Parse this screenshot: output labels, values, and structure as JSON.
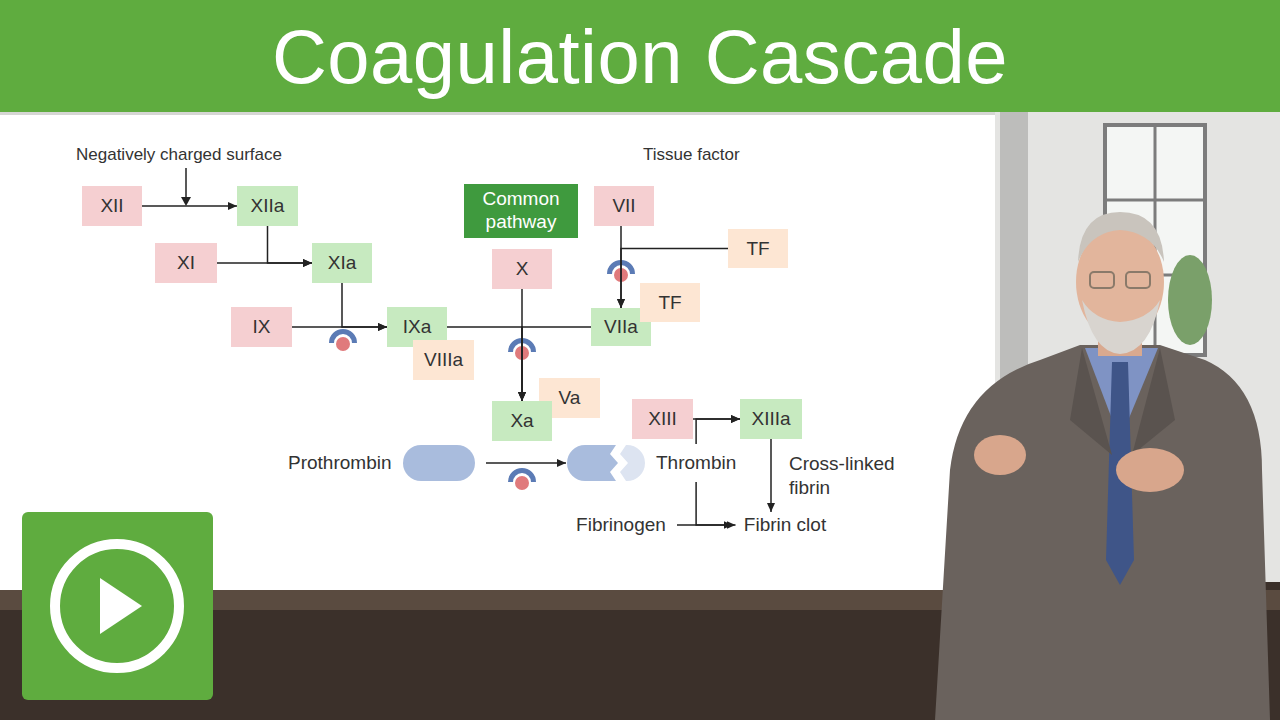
{
  "diagram": {
    "title": "Coagulation Cascade",
    "nodes": [
      {
        "text": [
          "XII"
        ]
      },
      {
        "text": [
          "XIIa"
        ]
      },
      {
        "text": [
          "Common pathway"
        ]
      },
      {
        "text": [
          "VII"
        ]
      },
      {
        "text": [
          "XI"
        ]
      },
      {
        "text": [
          "XIa"
        ]
      },
      {
        "text": [
          "TF"
        ]
      },
      {
        "text": [
          "X"
        ]
      },
      {
        "text": [
          "IX"
        ]
      },
      {
        "text": [
          "IXa"
        ]
      },
      {
        "text": [
          "VIIa"
        ]
      },
      {
        "text": [
          "TF"
        ]
      },
      {
        "text": [
          "VIIIa"
        ]
      },
      {
        "text": [
          "Va"
        ]
      },
      {
        "text": [
          "Xa"
        ]
      },
      {
        "text": [
          "XIII"
        ]
      },
      {
        "text": [
          "XIIIa"
        ]
      },
      {
        "text": [
          "Prothrombin"
        ]
      },
      {
        "text": [
          "Thrombin"
        ]
      },
      {
        "text": [
          "Fibrinogen"
        ]
      },
      {
        "text": [
          "Fibrin clot"
        ]
      }
    ],
    "edges": [
      {
        "from": 0,
        "to": 1,
        "arrow": "to"
      },
      {
        "from": 1,
        "to": 5,
        "arrow": "to"
      },
      {
        "from": 4,
        "to": 5,
        "arrow": "to"
      },
      {
        "from": 5,
        "to": 9,
        "arrow": "to"
      },
      {
        "from": 8,
        "to": 9,
        "arrow": "to"
      },
      {
        "from": 9,
        "to": 14,
        "arrow": "to"
      },
      {
        "from": 7,
        "to": 14,
        "arrow": "to"
      },
      {
        "from": 10,
        "to": 14,
        "arrow": "to"
      },
      {
        "from": 3,
        "to": 10,
        "arrow": "to"
      },
      {
        "from": 6,
        "to": 10,
        "arrow": "to"
      },
      {
        "from": 17,
        "to": 18,
        "arrow": "to"
      },
      {
        "from": 15,
        "to": 16,
        "arrow": "to"
      },
      {
        "from": 18,
        "to": 16,
        "arrow": "to"
      },
      {
        "from": 19,
        "to": 20,
        "arrow": "to"
      },
      {
        "from": 18,
        "to": 20,
        "arrow": "to"
      },
      {
        "from": 16,
        "to": 20,
        "label": "Cross-linked fibrin",
        "arrow": "to"
      }
    ],
    "labels": [
      "Negatively charged surface",
      "Tissue factor"
    ]
  }
}
